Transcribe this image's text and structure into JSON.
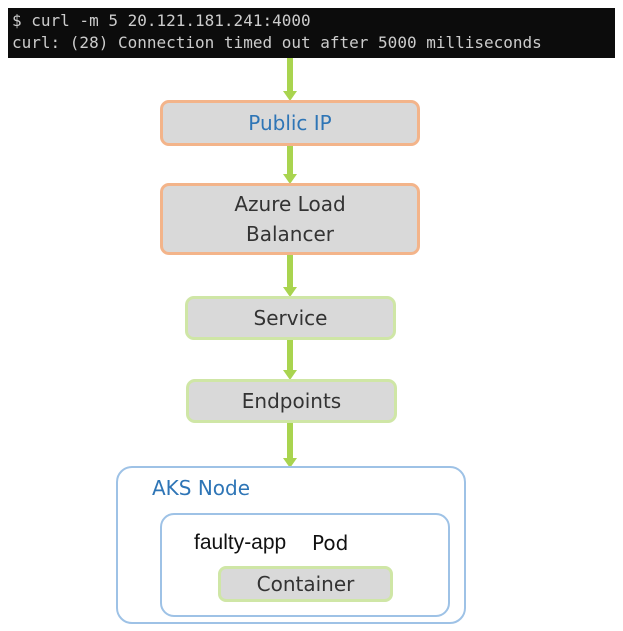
{
  "terminal": {
    "command": "$ curl -m 5 20.121.181.241:4000",
    "output": "curl: (28) Connection timed out after 5000 milliseconds"
  },
  "diagram": {
    "public_ip": "Public IP",
    "load_balancer_line1": "Azure Load",
    "load_balancer_line2": "Balancer",
    "service": "Service",
    "endpoints": "Endpoints",
    "aks_node": "AKS Node",
    "pod_app_name": "faulty-app",
    "pod_label": "Pod",
    "container": "Container"
  },
  "colors": {
    "arrow": "#a9d44f",
    "orange_border": "#f3b48a",
    "green_border": "#cfe6a6",
    "blue_border": "#9ec2e6",
    "blue_text": "#2e75b6",
    "box_fill": "#d9d9d9"
  }
}
